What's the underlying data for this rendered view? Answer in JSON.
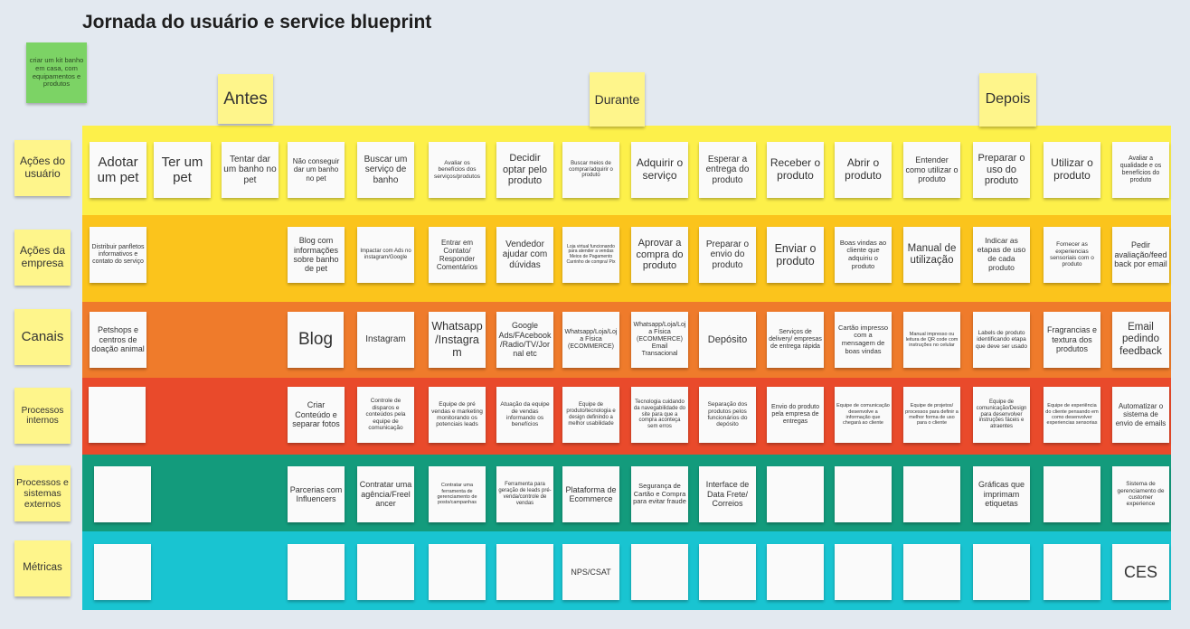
{
  "title": "Jornada do usuário e service blueprint",
  "green_note": "criar um kit banho em casa, com equipamentos e produtos",
  "phases": [
    "Antes",
    "Durante",
    "Depois"
  ],
  "colors": {
    "background": "#e3e9f0",
    "lane_acoes_usuario": "#fdf04a",
    "lane_acoes_empresa": "#fbc41c",
    "lane_canais": "#ef7b2b",
    "lane_processos_internos": "#e94a2b",
    "lane_processos_externos": "#139b7c",
    "lane_metricas": "#19c4d1",
    "sticky_yellow": "#fef58b",
    "sticky_green": "#7cd365",
    "sticky_white": "#fafafa"
  },
  "lanes": [
    {
      "label": "Ações do usuário",
      "cells": [
        "Adotar um pet",
        "Ter um pet",
        "Tentar dar um banho no pet",
        "Não conseguir dar um banho no pet",
        "Buscar um serviço de banho",
        "Avaliar os benefícios dos serviços/produtos",
        "Decidir optar pelo produto",
        "Buscar meios de comprar/adquirir o produto",
        "Adquirir o serviço",
        "Esperar a entrega do produto",
        "Receber o produto",
        "Abrir o produto",
        "Entender como utilizar o produto",
        "Preparar o uso do produto",
        "Utilizar o produto",
        "Avaliar a qualidade e os benefícios do produto"
      ]
    },
    {
      "label": "Ações da empresa",
      "cells": [
        "Distribuir panfletos informativos e contato do serviço",
        "",
        "",
        "Blog com informações sobre banho de pet",
        "Impactar com Ads no instagram/Google",
        "Entrar em Contato/ Responder Comentários",
        "Vendedor ajudar com dúvidas",
        "Loja virtual funcionando para atender a vendas Meios de Pagamento Carrinho de compra/ Pix",
        "Aprovar a compra do produto",
        "Preparar o envio do produto",
        "Enviar o produto",
        "Boas vindas ao cliente que adquiriu o produto",
        "Manual de utilização",
        "Indicar as etapas de uso de cada produto",
        "Fornecer as experiencias sensoriais com o produto",
        "Pedir avaliação/feedback por email"
      ]
    },
    {
      "label": "Canais",
      "cells": [
        "Petshops e centros de doação animal",
        "",
        "",
        "Blog",
        "Instagram",
        "Whatsapp/Instagram",
        "Google Ads/FAcebook/Radio/TV/Jornal etc",
        "Whatsapp/Loja/Loja Física (ECOMMERCE)",
        "Whatsapp/Loja/Loja Física (ECOMMERCE) Email Transacional",
        "Depósito",
        "Serviços de delivery/ empresas de entrega rápida",
        "Cartão impresso com a mensagem de boas vindas",
        "Manual impresso ou leitura de QR code com instruções no celular",
        "Labels de produto identificando etapa que deve ser usado",
        "Fragrancias e textura dos produtos",
        "Email pedindo feedback"
      ]
    },
    {
      "label": "Processos internos",
      "cells": [
        "",
        "",
        "",
        "Criar Conteúdo e separar fotos",
        "Controle de disparos e conteúdos pela equipe de comunicação",
        "Equipe de pré vendas e marketing monitorando os potenciais leads",
        "Atuação da equipe de vendas informando os benefícios",
        "Equipe de produto/tecnologia e design definindo a melhor usabilidade",
        "Tecnologia cuidando da navegabilidade do site para que a compra aconteça sem erros",
        "Separação dos produtos pelos funcionários do depósito",
        "Envio do produto pela empresa de entregas",
        "Equipe de comunicação desenvolve a informação que chegará ao cliente",
        "Equipe de projetos/ processos para definir a melhor forma de uso para o cliente",
        "Equipe de comunicação/Design para desenvolver instruções fáceis e atraentes",
        "Equipe de experiência do cliente pensando em como desenvolver experiencias sensorias",
        "Automatizar o sistema de envio de emails"
      ]
    },
    {
      "label": "Processos e sistemas externos",
      "cells": [
        "",
        "",
        "",
        "Parcerias com Influencers",
        "Contratar uma agência/Freelancer",
        "Contratar uma ferramenta de gerenciamento de posts/campanhas",
        "Ferramenta para geração de leads pré-venda/controle de vendas",
        "Plataforma de Ecommerce",
        "Segurança de Cartão e Compra para evitar fraude",
        "Interface de Data Frete/ Correios",
        "",
        "",
        "",
        "Gráficas que imprimam etiquetas",
        "",
        "Sistema de gerenciamento de customer experience"
      ]
    },
    {
      "label": "Métricas",
      "cells": [
        "",
        "",
        "",
        "",
        "",
        "",
        "",
        "NPS/CSAT",
        "",
        "",
        "",
        "",
        "",
        "",
        "",
        "CES"
      ]
    }
  ]
}
